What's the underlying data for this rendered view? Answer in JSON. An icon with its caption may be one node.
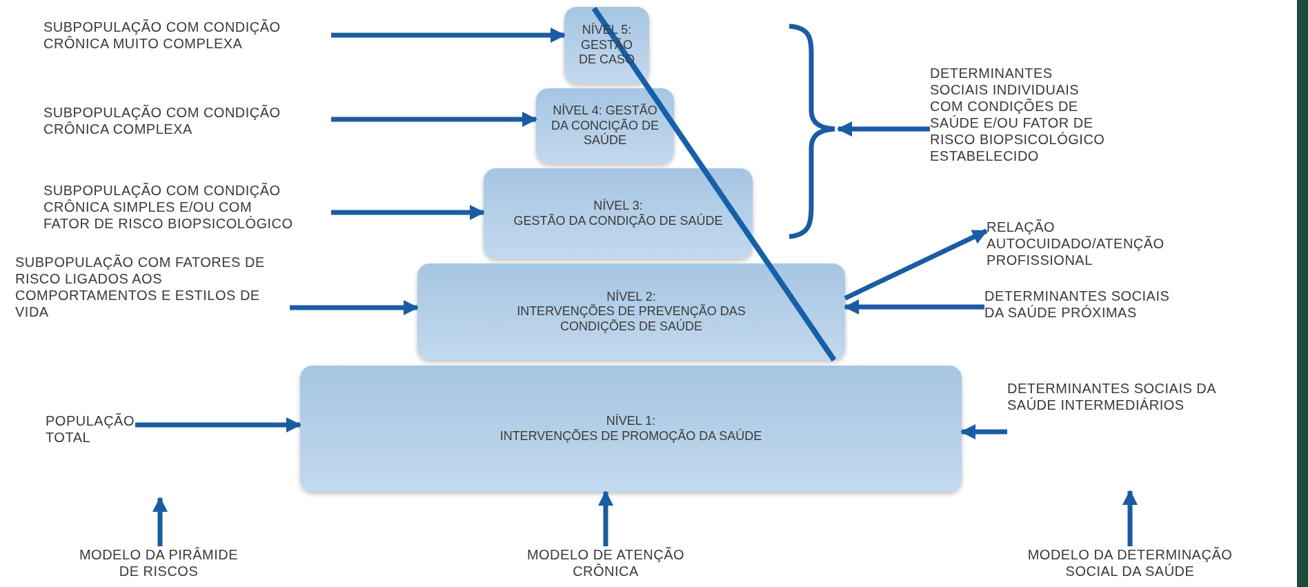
{
  "diagram": {
    "nodes": [
      {
        "text": [
          "NÍVEL 5:",
          "GESTÃO DE CASO"
        ]
      },
      {
        "text": [
          "NÍVEL 4: GESTÃO DA CONCIÇÃO DE SAÚDE"
        ]
      },
      {
        "text": [
          "NÍVEL 3:",
          "GESTÃO DA CONDIÇÃO DE SAÚDE"
        ]
      },
      {
        "text": [
          "NÍVEL 2:",
          "INTERVENÇÕES DE PREVENÇÃO DAS CONDIÇÕES DE SAÚDE"
        ]
      },
      {
        "text": [
          "NÍVEL 1:",
          "INTERVENÇÕES DE PROMOÇÃO DA SAÚDE"
        ]
      },
      {
        "text": [
          "SUBPOPULAÇÃO COM CONDIÇÃO CRÔNICA MUITO COMPLEXA"
        ]
      },
      {
        "text": [
          "SUBPOPULAÇÃO COM CONDIÇÃO CRÔNICA COMPLEXA"
        ]
      },
      {
        "text": [
          "SUBPOPULAÇÃO COM CONDIÇÃO CRÔNICA SIMPLES E/OU COM FATOR DE RISCO BIOPSICOLÓGICO"
        ]
      },
      {
        "text": [
          "SUBPOPULAÇÃO COM FATORES DE RISCO LIGADOS AOS COMPORTAMENTOS E ESTILOS DE VIDA"
        ]
      },
      {
        "text": [
          "POPULAÇÃO TOTAL"
        ]
      },
      {
        "text": [
          "DETERMINANTES SOCIAIS INDIVIDUAIS COM CONDIÇÕES DE SAÚDE E/OU FATOR DE RISCO BIOPSICOLÓGICO ESTABELECIDO"
        ]
      },
      {
        "text": [
          "RELAÇÃO AUTOCUIDADO/ATENÇÃO PROFISSIONAL"
        ]
      },
      {
        "text": [
          "DETERMINANTES SOCIAIS DA SAÚDE PRÓXIMAS"
        ]
      },
      {
        "text": [
          "DETERMINANTES SOCIAIS DA SAÚDE INTERMEDIÁRIOS"
        ]
      },
      {
        "text": [
          "MODELO DA PIRÂMIDE DE RISCOS"
        ]
      },
      {
        "text": [
          "MODELO DE ATENÇÃO CRÔNICA"
        ]
      },
      {
        "text": [
          "MODELO DA DETERMINAÇÃO SOCIAL DA SAÚDE"
        ]
      },
      {
        "text": [],
        "shape": "bracket"
      },
      {
        "text": [],
        "shape": "bar"
      }
    ],
    "edges": [
      {
        "from": 5,
        "to": 0,
        "arrow": "to"
      },
      {
        "from": 6,
        "to": 1,
        "arrow": "to"
      },
      {
        "from": 7,
        "to": 2,
        "arrow": "to"
      },
      {
        "from": 8,
        "to": 3,
        "arrow": "to"
      },
      {
        "from": 9,
        "to": 4,
        "arrow": "to"
      },
      {
        "from": 10,
        "to": 17,
        "arrow": "to"
      },
      {
        "from": 3,
        "to": 11,
        "arrow": "to"
      },
      {
        "from": 12,
        "to": 3,
        "arrow": "to"
      },
      {
        "from": 13,
        "to": 4,
        "arrow": "to"
      },
      {
        "from": 14,
        "to": null,
        "arrow": "to"
      },
      {
        "from": 15,
        "to": 4,
        "arrow": "to"
      },
      {
        "from": 16,
        "to": null,
        "arrow": "to"
      }
    ]
  }
}
